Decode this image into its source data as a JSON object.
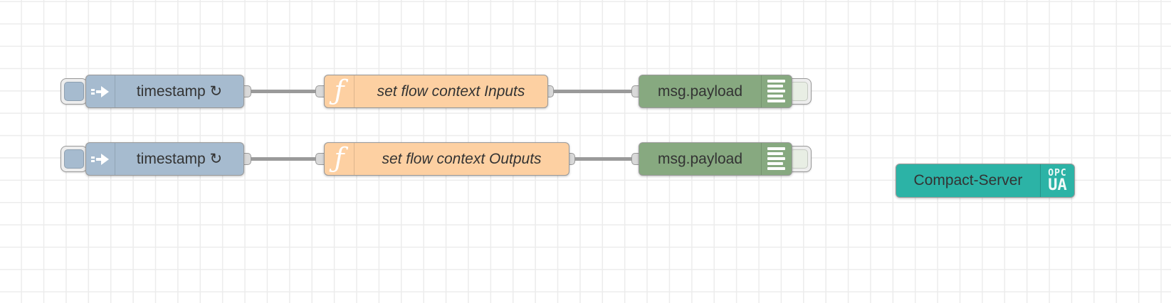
{
  "app": "flow-editor-workspace",
  "colors": {
    "background": "#ffffff",
    "grid_line": "#ececec",
    "wire": "#9a9a9a",
    "port_fill": "#d9d9d9",
    "node_border": "#999999",
    "label": "#333333",
    "button_bg": "#eeeeee",
    "toggle_inner": "#e8eee4",
    "inject": "#a6bbcf",
    "function": "#fdd0a2",
    "debug": "#87a980",
    "opcua": "#2cb3a6"
  },
  "flow": {
    "inject_1": {
      "type": "inject",
      "label": "timestamp ↻"
    },
    "inject_2": {
      "type": "inject",
      "label": "timestamp ↻"
    },
    "function_1": {
      "type": "function",
      "icon_glyph": "ƒ",
      "label": "set flow context Inputs"
    },
    "function_2": {
      "type": "function",
      "icon_glyph": "ƒ",
      "label": "set flow context Outputs"
    },
    "debug_1": {
      "type": "debug",
      "label": "msg.payload"
    },
    "debug_2": {
      "type": "debug",
      "label": "msg.payload"
    },
    "opcua_server": {
      "type": "opcua-compact-server",
      "label": "Compact-Server",
      "badge_line1": "OPC",
      "badge_line2": "UA"
    }
  },
  "wires": [
    {
      "from": "inject_1",
      "to": "function_1"
    },
    {
      "from": "function_1",
      "to": "debug_1"
    },
    {
      "from": "inject_2",
      "to": "function_2"
    },
    {
      "from": "function_2",
      "to": "debug_2"
    }
  ]
}
